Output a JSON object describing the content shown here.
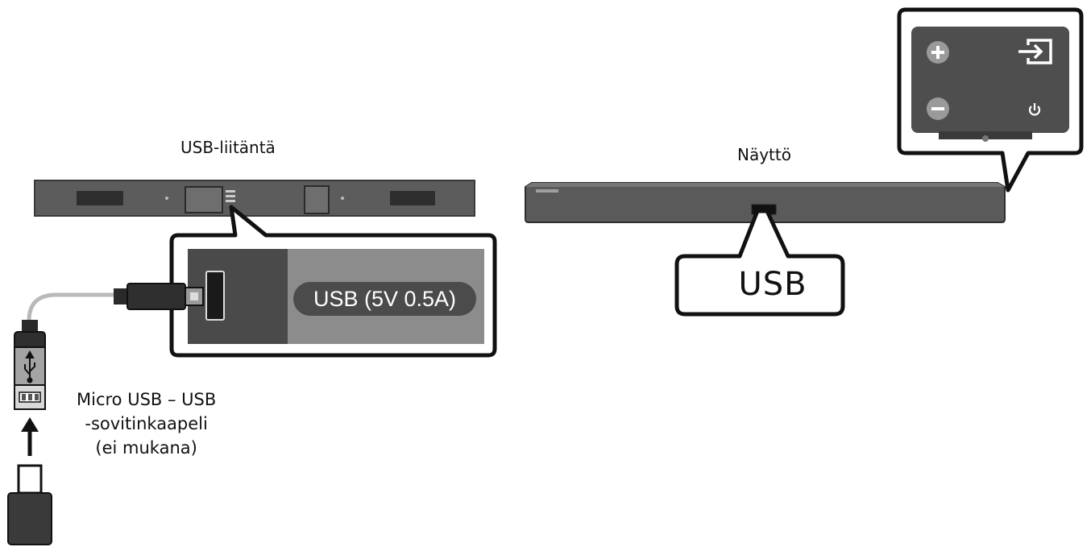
{
  "labels": {
    "usb_port": "USB-liitäntä",
    "display": "Näyttö",
    "usb_callout": "USB",
    "port_rating": "USB (5V 0.5A)",
    "cable_line1": "Micro USB – USB",
    "cable_line2": "-sovitinkaapeli",
    "cable_line3": "(ei mukana)"
  },
  "icons": [
    "plus-icon",
    "input-source-icon",
    "minus-icon",
    "power-icon",
    "usb-symbol-icon",
    "arrow-up-icon"
  ],
  "colors": {
    "outline": "#111111",
    "soundbar_body": "#5a5a5a",
    "panel_dark": "#4a4a4a",
    "panel_light": "#8c8c8c"
  }
}
